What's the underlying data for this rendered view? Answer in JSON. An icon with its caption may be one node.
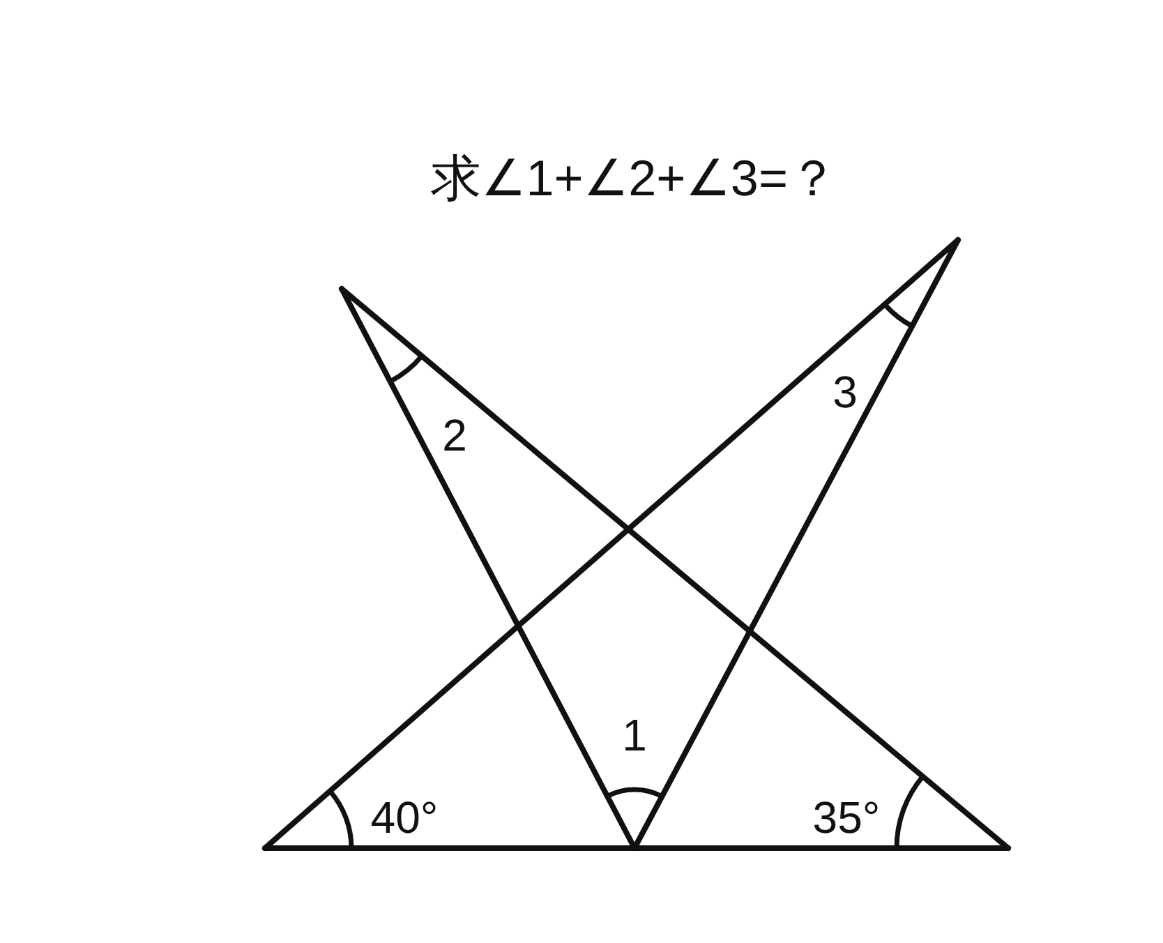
{
  "diagram": {
    "title": "求∠1+∠2+∠3=？",
    "labels": [
      "3",
      "2",
      "1",
      "40°",
      "35°"
    ]
  }
}
